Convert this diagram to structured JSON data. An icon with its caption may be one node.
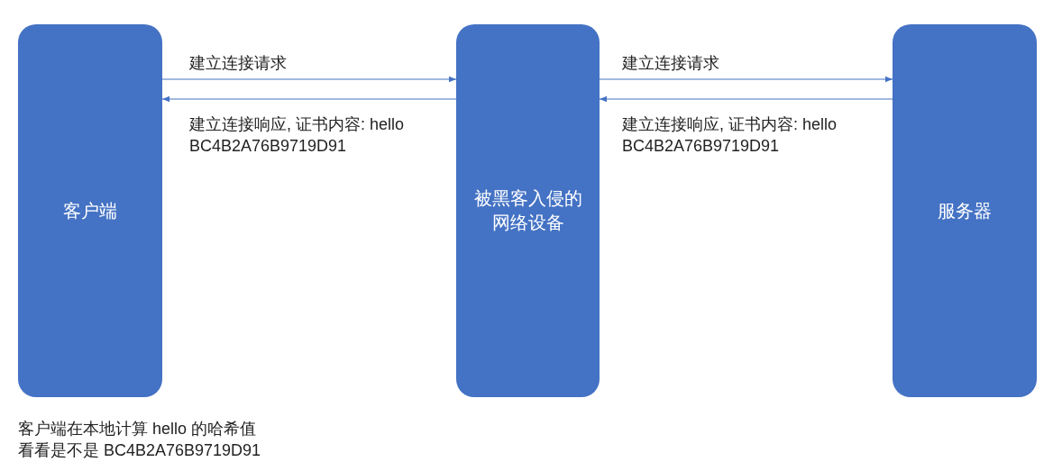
{
  "diagram": {
    "nodes": [
      {
        "text": [
          "客户端"
        ]
      },
      {
        "text": [
          "被黑客入侵的网络设备"
        ]
      },
      {
        "text": [
          "服务器"
        ]
      }
    ],
    "edges": [
      {
        "from": 0,
        "to": 1,
        "arrow": "to",
        "label": "建立连接请求"
      },
      {
        "from": 1,
        "to": 0,
        "arrow": "to",
        "label": "建立连接响应, 证书内容: hello BC4B2A76B9719D91"
      },
      {
        "from": 1,
        "to": 2,
        "arrow": "to",
        "label": "建立连接请求"
      },
      {
        "from": 2,
        "to": 1,
        "arrow": "to",
        "label": "建立连接响应, 证书内容: hello BC4B2A76B9719D91"
      }
    ],
    "labels": [
      "客户端在本地计算 hello 的哈希值看看是不是 BC4B2A76B9719D91"
    ]
  }
}
